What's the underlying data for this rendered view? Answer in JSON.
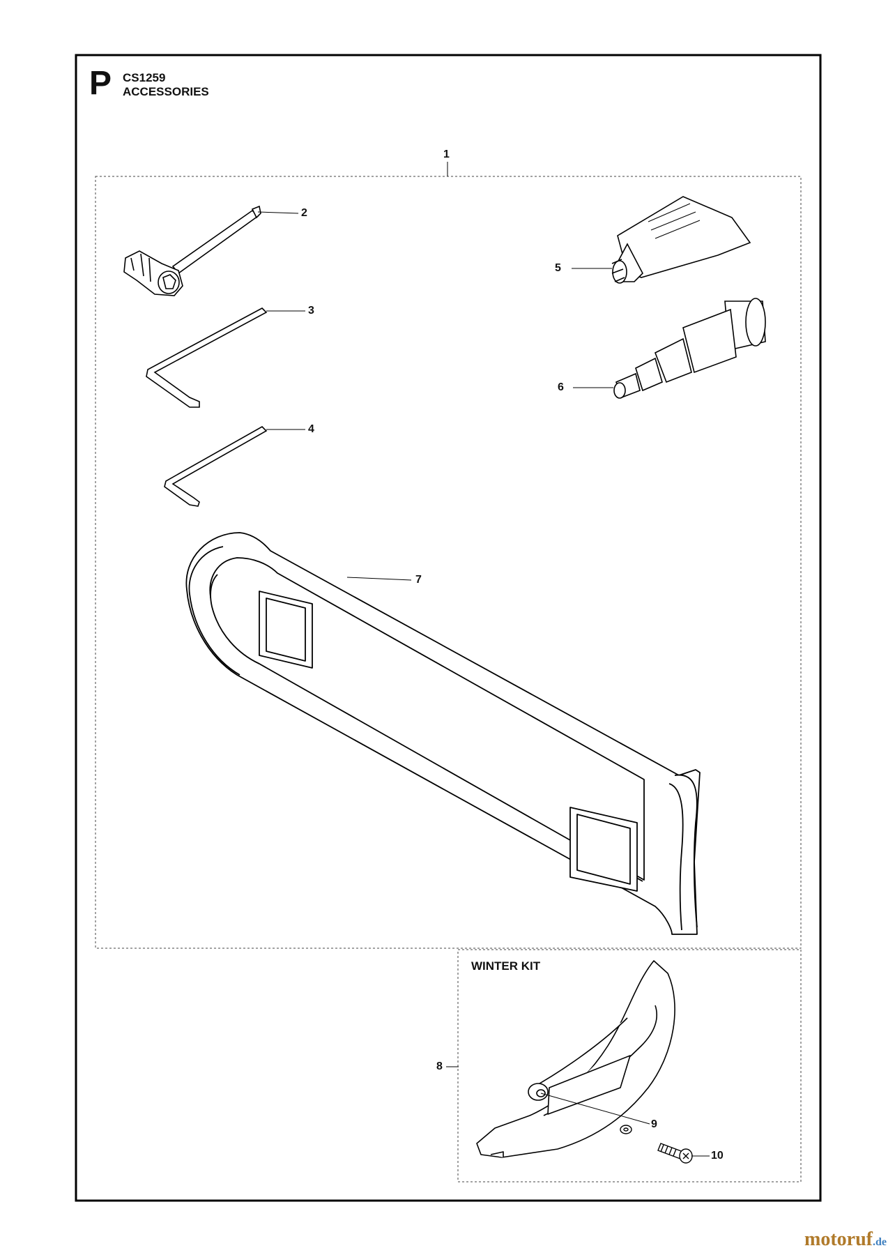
{
  "header": {
    "section_letter": "P",
    "model": "CS1259",
    "title": "ACCESSORIES"
  },
  "callouts": {
    "c1": "1",
    "c2": "2",
    "c3": "3",
    "c4": "4",
    "c5": "5",
    "c6": "6",
    "c7": "7",
    "c8": "8",
    "c9": "9",
    "c10": "10"
  },
  "winter_kit": {
    "title": "WINTER KIT"
  },
  "watermark": {
    "brand": "motoruf",
    "suffix": ".de"
  },
  "colors": {
    "line": "#000000",
    "background": "#ffffff",
    "brand": "#b07a2a",
    "brand_accent": "#3d7fbf"
  }
}
